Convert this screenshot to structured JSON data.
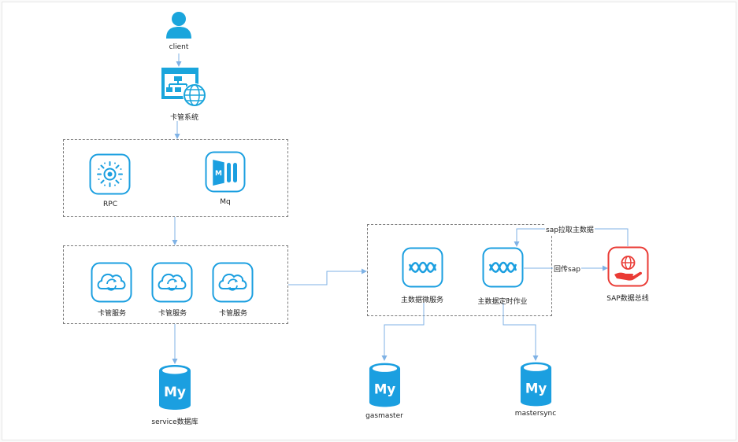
{
  "nodes": {
    "client": "client",
    "card_system": "卡管系统",
    "rpc": "RPC",
    "mq": "Mq",
    "card_service_1": "卡管服务",
    "card_service_2": "卡管服务",
    "card_service_3": "卡管服务",
    "service_db": "service数据库",
    "master_micro_service": "主数据微服务",
    "master_scheduled_job": "主数据定时作业",
    "sap_bus": "SAP数据总线",
    "gasmaster": "gasmaster",
    "mastersync": "mastersync"
  },
  "edges": {
    "sap_pull": "sap拉取主数据",
    "sap_push_back": "回传sap"
  },
  "colors": {
    "primary": "#1aa5dc",
    "icon_stroke": "#1b9fe0",
    "sap_red": "#ea3b35",
    "line": "#7fb2e5",
    "db": "#1b9fe0"
  },
  "icons": {
    "db_text": "My",
    "mq_text": "M"
  }
}
